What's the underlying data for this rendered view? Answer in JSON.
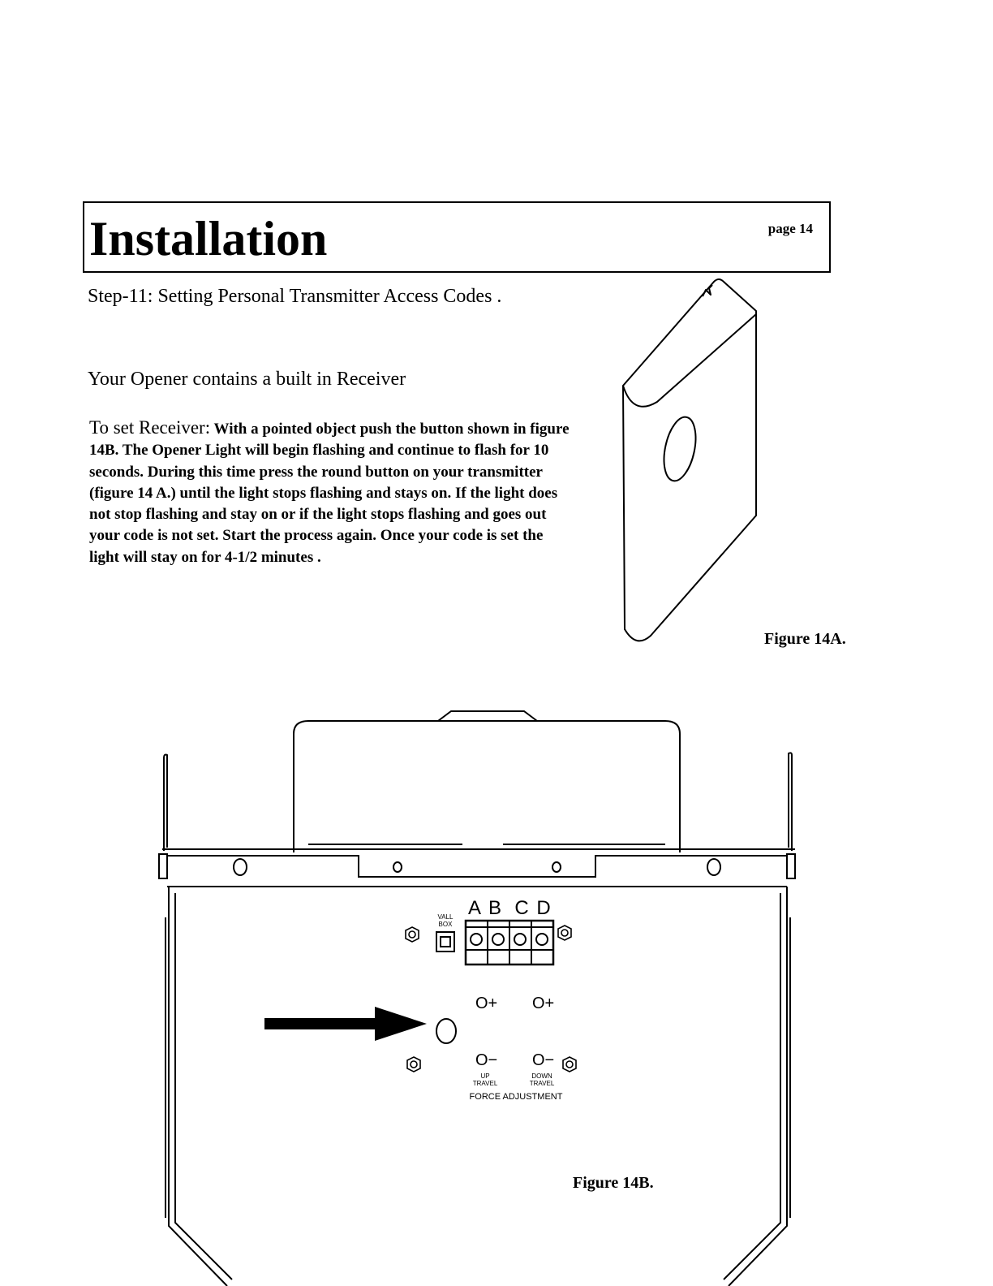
{
  "header": {
    "title": "Installation",
    "page_label": "page 14"
  },
  "step": {
    "title": "Step-11: Setting Personal Transmitter Access Codes ."
  },
  "intro": "Your Opener contains a built in Receiver",
  "instructions": {
    "lead": "To set Receiver:",
    "text": "With a pointed object push the button shown in figure 14B. The Opener Light will begin flashing and continue to flash for 10 seconds. During this time press the round button on your transmitter (figure 14 A.) until the light stops flashing and stays on. If the light does not stop flashing and stay on or if the light stops flashing and goes out your code is not set. Start the process again. Once your code is set the light will stay on for 4-1/2 minutes ."
  },
  "figure_a": {
    "caption": "Figure 14A."
  },
  "figure_b": {
    "caption": "Figure 14B.",
    "terminal_letters": [
      "A",
      "B",
      "C",
      "D"
    ],
    "wall_box_label_1": "VALL",
    "wall_box_label_2": "BOX",
    "plus_label": "O+",
    "minus_label": "O−",
    "up_label_1": "UP",
    "up_label_2": "TRAVEL",
    "down_label_1": "DOWN",
    "down_label_2": "TRAVEL",
    "force_label": "FORCE ADJUSTMENT"
  }
}
